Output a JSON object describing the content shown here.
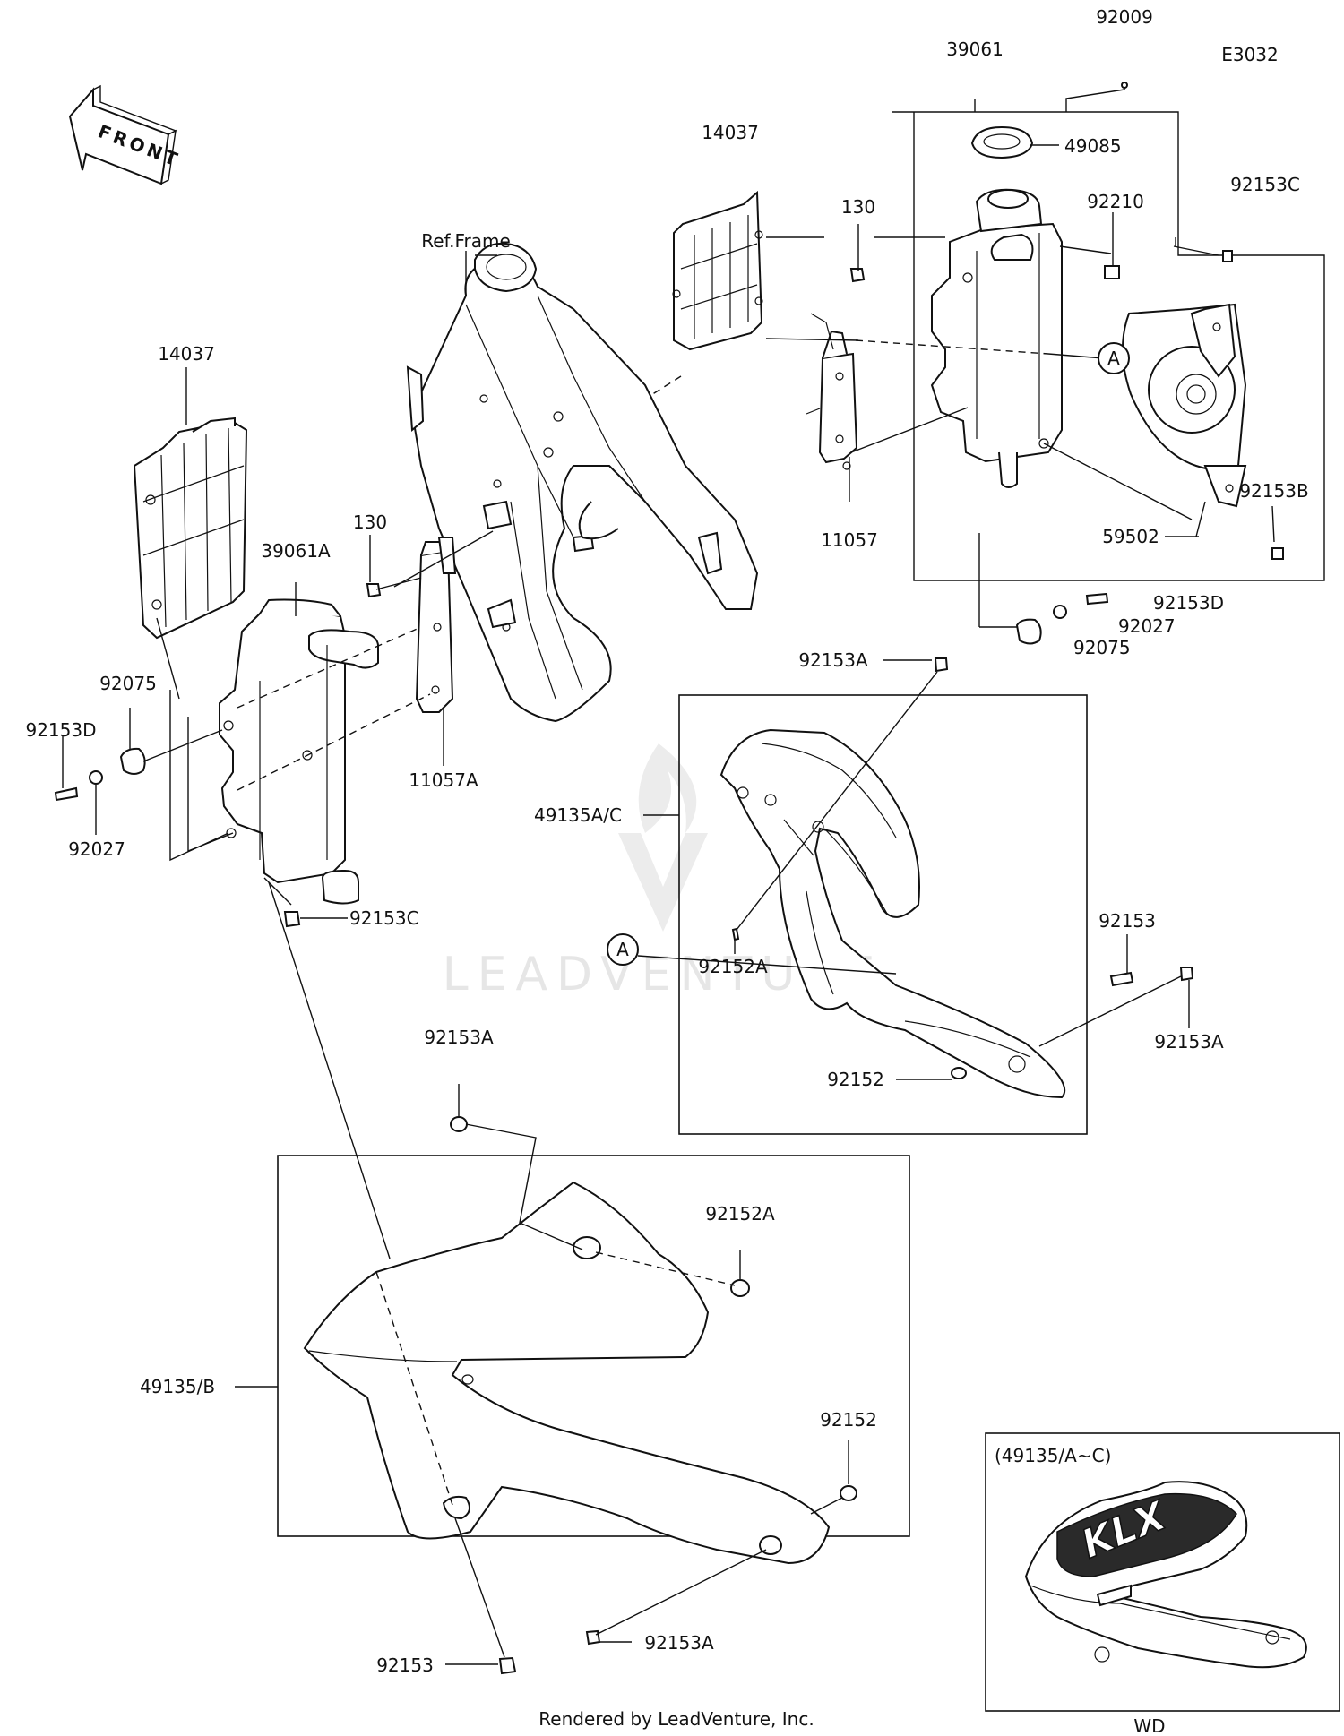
{
  "diagram_code": "E3032",
  "direction_label": "FRONT",
  "watermark": "LEADVENTURE",
  "footer": "Rendered by LeadVenture, Inc.",
  "inset_title": "(49135/A~C)",
  "inset_caption": "WD",
  "inset_logo_text": "KLX",
  "callouts": {
    "p39061": "39061",
    "p92009": "92009",
    "p49085": "49085",
    "p92210": "92210",
    "p92153C_top": "92153C",
    "p14037_top": "14037",
    "p130_top": "130",
    "ref_frame": "Ref.Frame",
    "marker_A_top": "A",
    "p11057": "11057",
    "p59502": "59502",
    "p92153B": "92153B",
    "p92153D_right": "92153D",
    "p92027_right": "92027",
    "p92075_right": "92075",
    "p14037_left": "14037",
    "p130_left": "130",
    "p39061A": "39061A",
    "p92075_left": "92075",
    "p92153D_left": "92153D",
    "p92027_left": "92027",
    "p11057A": "11057A",
    "p92153C_left": "92153C",
    "p92153A_shroud": "92153A",
    "p49135AC": "49135A/C",
    "p92152A_shroud": "92152A",
    "marker_A_bottom": "A",
    "p92153_shroud": "92153",
    "p92153A_shroud_right": "92153A",
    "p92152_shroud": "92152",
    "p92153A_lower_top": "92153A",
    "p92152A_lower": "92152A",
    "p49135B": "49135/B",
    "p92152_lower": "92152",
    "p92153_lower": "92153",
    "p92153A_lower_bottom": "92153A"
  }
}
